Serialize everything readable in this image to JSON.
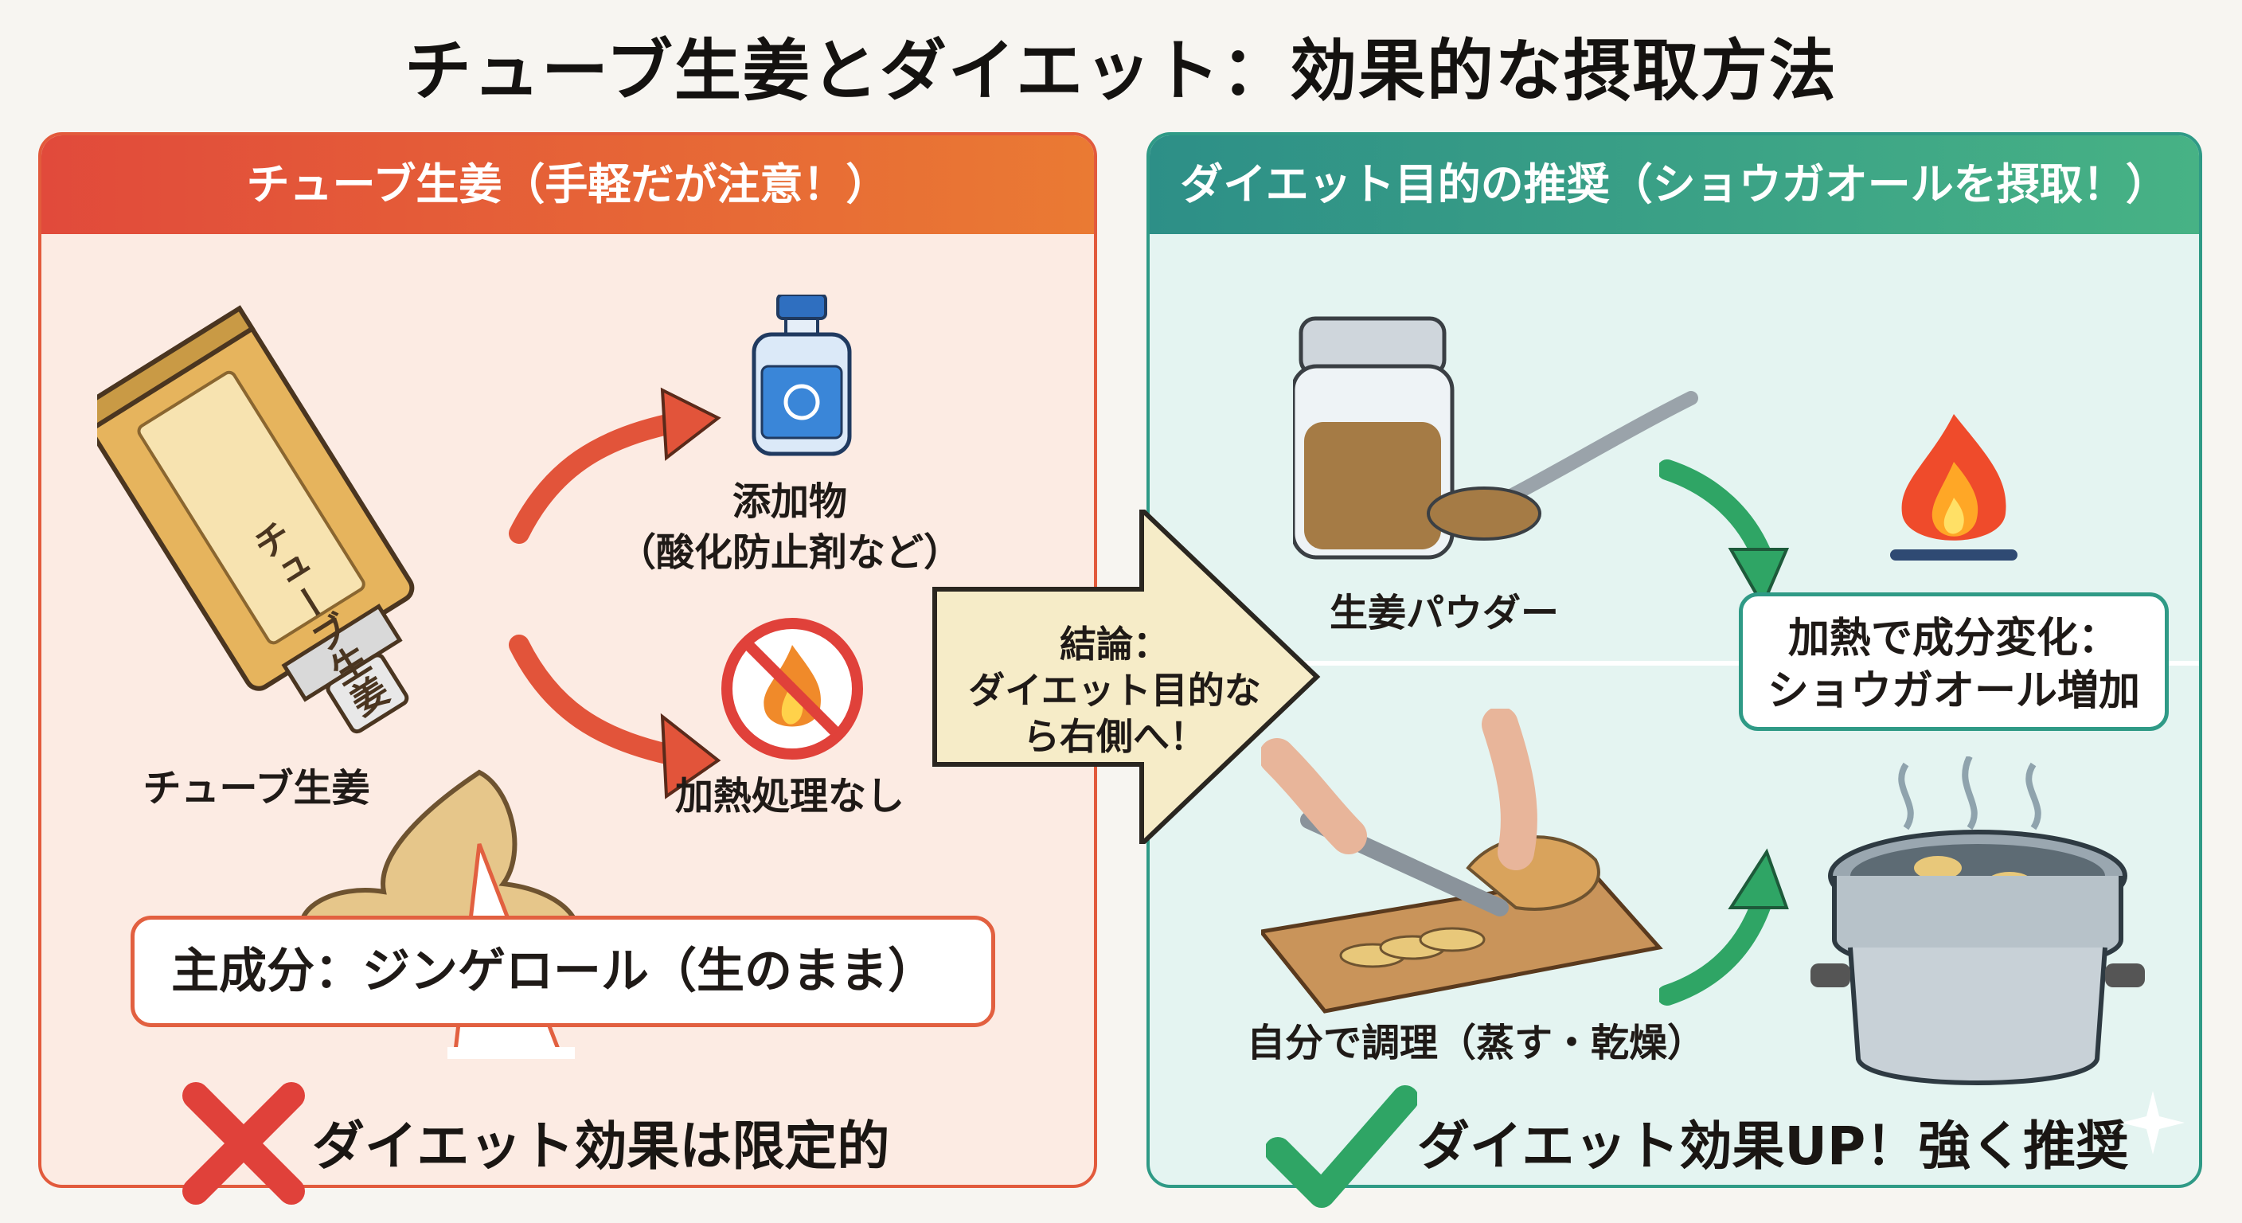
{
  "title": "チューブ生姜とダイエット：効果的な摂取方法",
  "left_panel": {
    "header": "チューブ生姜（手軽だが注意！）",
    "tube_label": "チューブ生姜",
    "tube_text": "チューブ生姜",
    "additive_label_1": "添加物",
    "additive_label_2": "（酸化防止剤など）",
    "noheat_label": "加熱処理なし",
    "bubble_text": "主成分：ジンゲロール（生のまま）",
    "verdict": "ダイエット効果は限定的"
  },
  "conclusion": {
    "line1": "結論：",
    "line2": "ダイエット目的な",
    "line3": "ら右側へ！"
  },
  "right_panel": {
    "header": "ダイエット目的の推奨（ショウガオールを摂取！）",
    "powder_label": "生姜パウダー",
    "cooking_label": "自分で調理（蒸す・乾燥）",
    "heat_line1": "加熱で成分変化：",
    "heat_line2": "ショウガオール増加",
    "verdict": "ダイエット効果UP！強く推奨"
  },
  "colors": {
    "left_accent": "#e25a3c",
    "right_accent": "#2f9a86",
    "cross_red": "#e0413a",
    "check_green": "#2fa565"
  },
  "icons": [
    "ginger-tube-icon",
    "bottle-icon",
    "no-fire-icon",
    "conclusion-arrow-icon",
    "powder-jar-icon",
    "fire-icon",
    "cutting-board-icon",
    "steamer-pot-icon",
    "cross-icon",
    "check-icon",
    "sparkle-icon"
  ]
}
